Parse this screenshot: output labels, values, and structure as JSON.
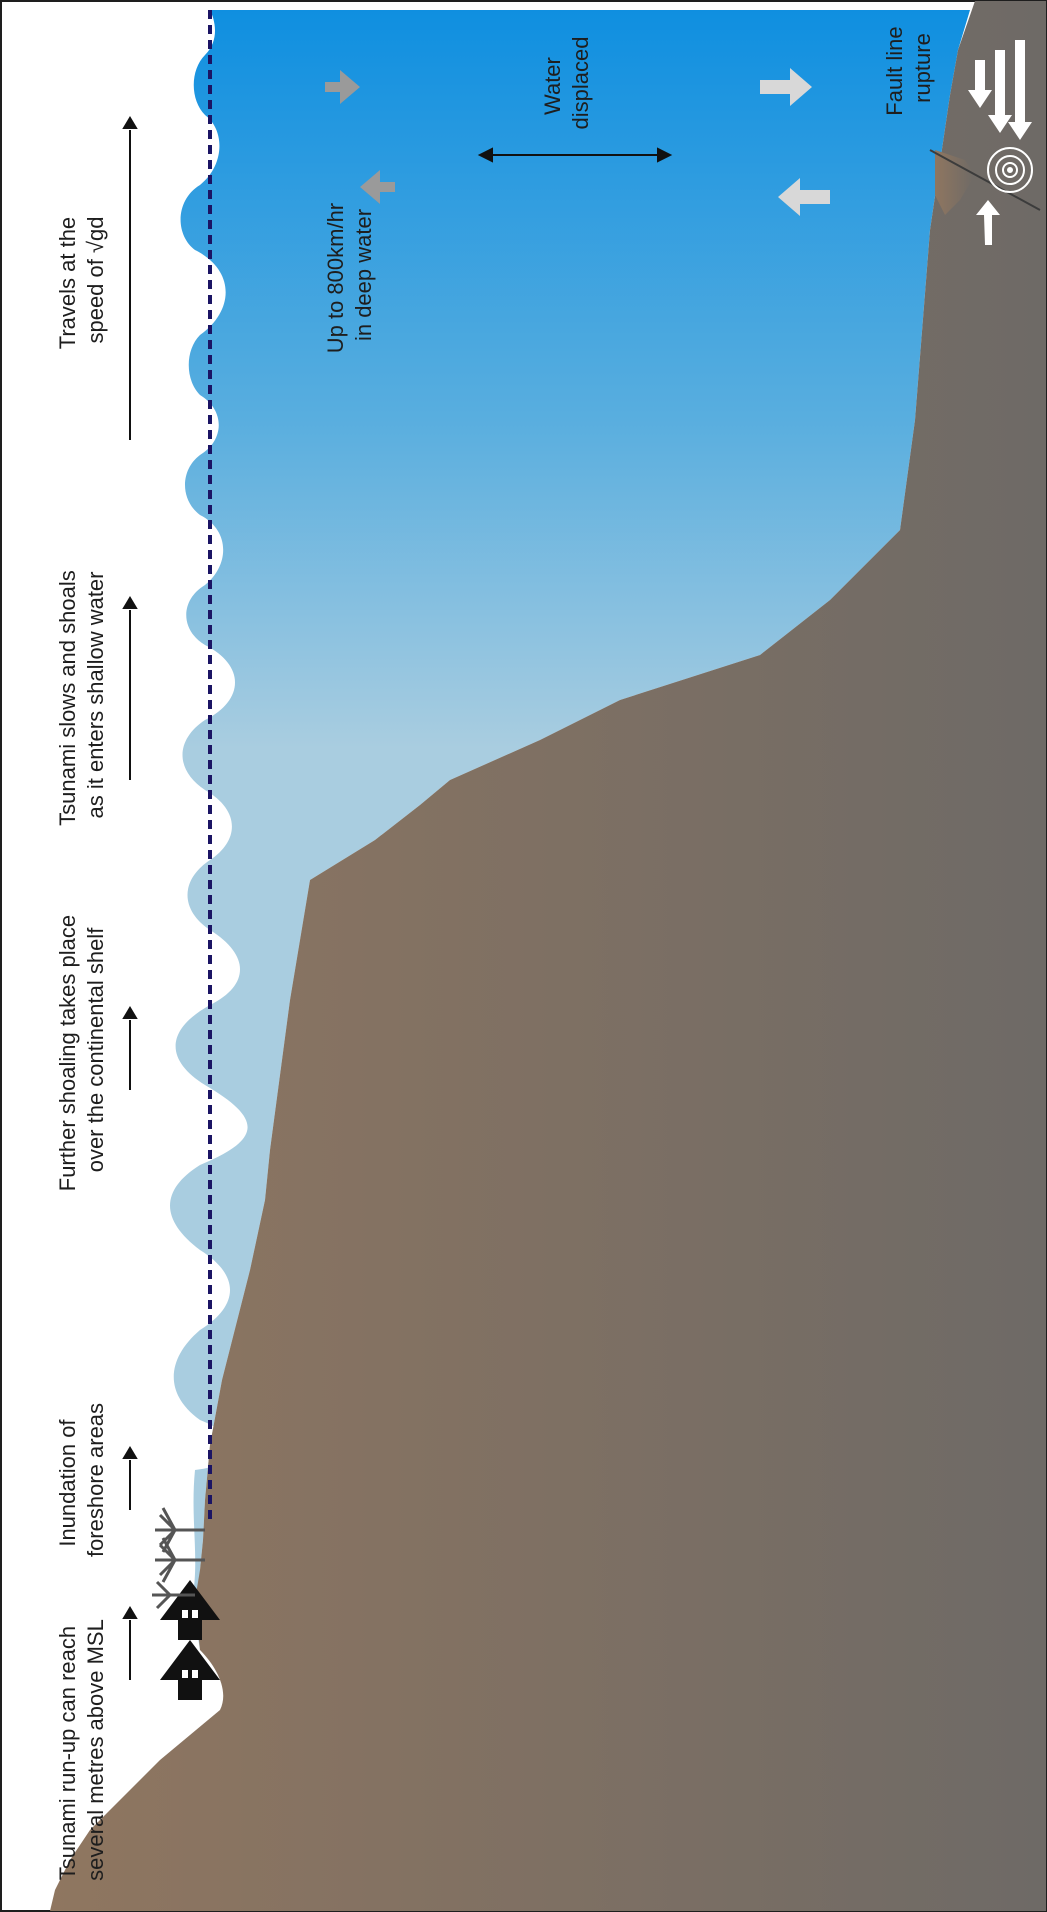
{
  "diagram": {
    "labels": {
      "runup": [
        "Tsunami run-up can reach",
        "several metres above MSL"
      ],
      "inundation": [
        "Inundation of",
        "foreshore areas"
      ],
      "shelf": [
        "Further shoaling takes place",
        "over the continental shelf"
      ],
      "shoals": [
        "Tsunami slows and shoals",
        "as it enters shallow water"
      ],
      "travels": [
        "Travels at the",
        "speed of √gd"
      ],
      "speed": [
        "Up to 800km/hr",
        "in deep water"
      ],
      "displaced": [
        "Water",
        "displaced"
      ],
      "fault": [
        "Fault line",
        "rupture"
      ]
    },
    "colors": {
      "land_top": "#8f7660",
      "land_bottom": "#6e6a66",
      "water_shallow": "#a9cde0",
      "water_deep": "#0f8fe0",
      "msl_line": "#1b1464",
      "arrow_grey": "#9a9a9a",
      "arrow_light": "#d8d8d8"
    },
    "icons": [
      "house-icon",
      "palm-tree-icon",
      "epicentre-icon",
      "arrow-icon"
    ]
  }
}
